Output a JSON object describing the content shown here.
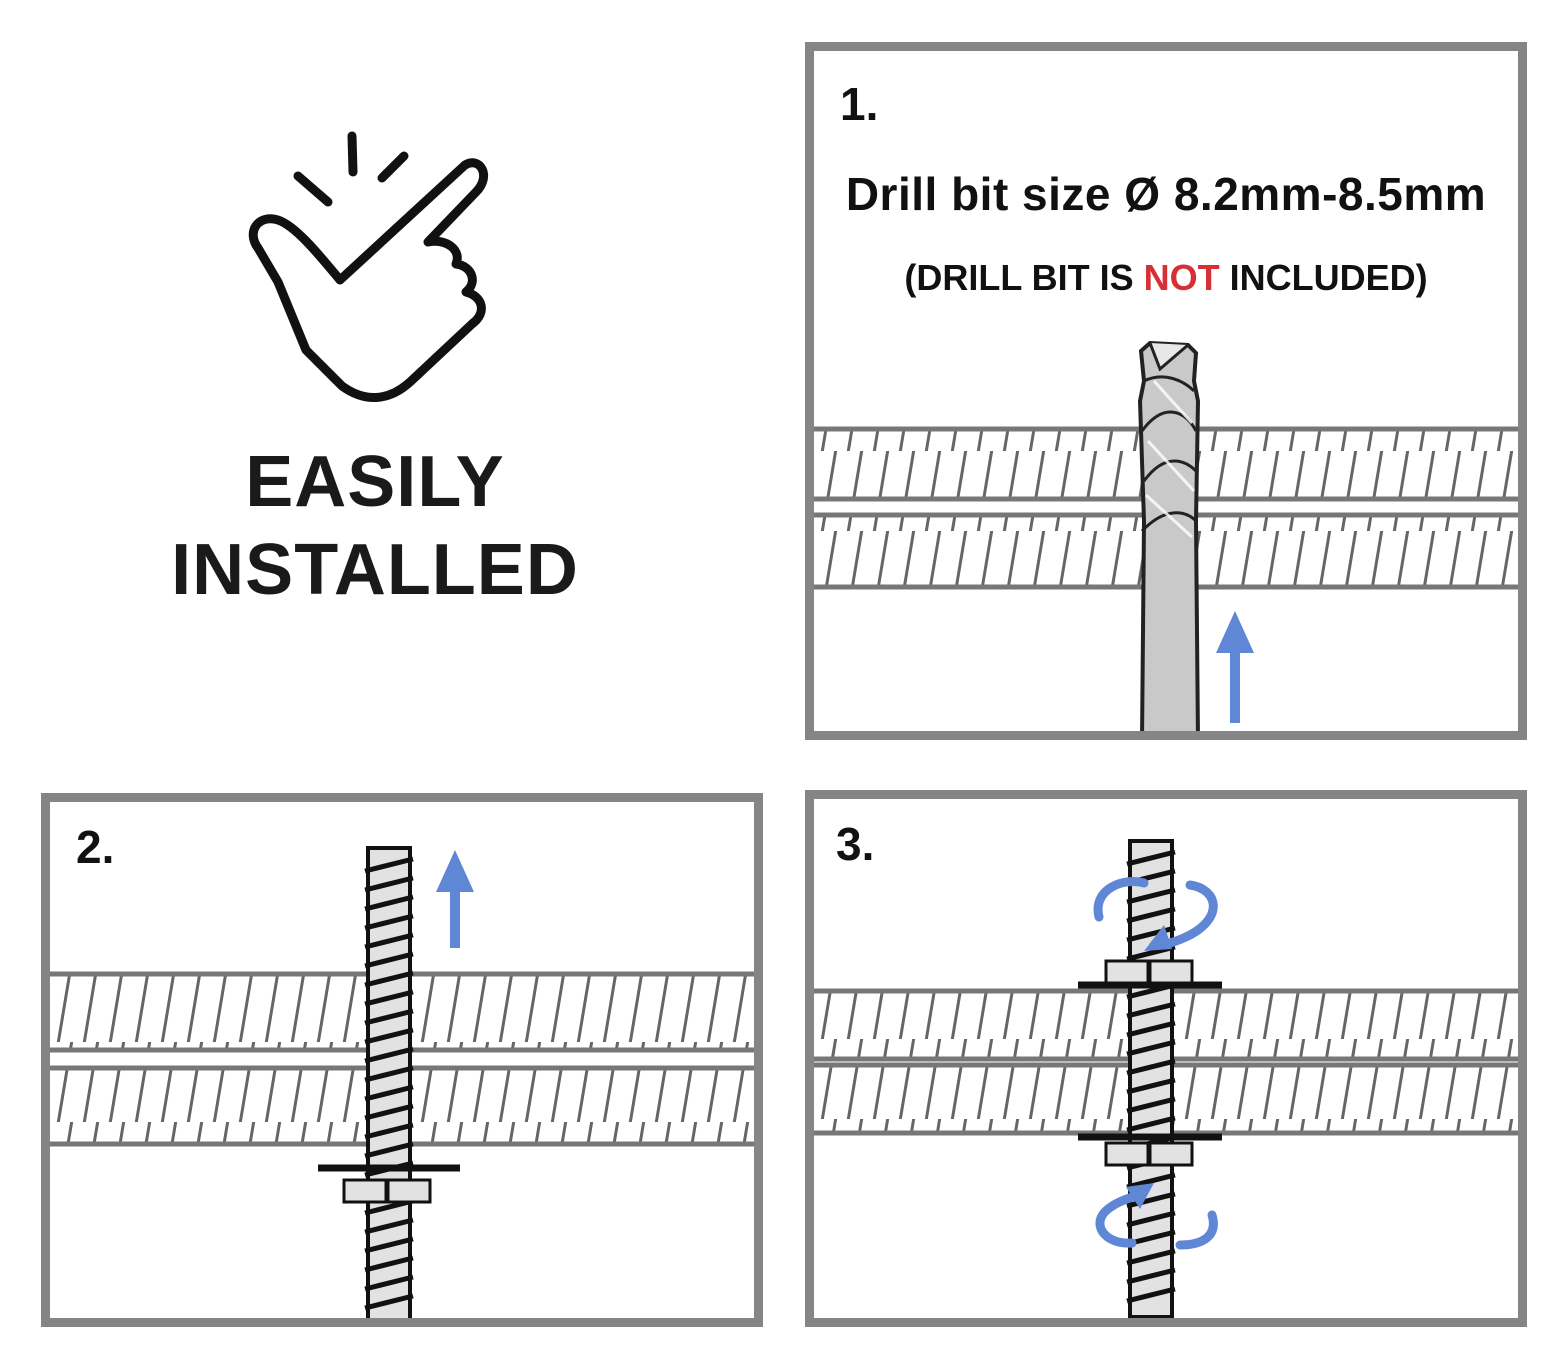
{
  "feature": {
    "icon": "tap-hand-icon",
    "line1": "EASILY",
    "line2": "INSTALLED"
  },
  "steps": [
    {
      "number": "1.",
      "headline": "Drill bit size Ø 8.2mm-8.5mm",
      "note_open": "(DRILL BIT IS ",
      "note_warn": "NOT",
      "note_close": " INCLUDED)"
    },
    {
      "number": "2."
    },
    {
      "number": "3."
    }
  ],
  "colors": {
    "frame": "#858585",
    "arrow": "#5f87d6",
    "warn": "#d62f35",
    "metal": "#c8c8c8"
  }
}
